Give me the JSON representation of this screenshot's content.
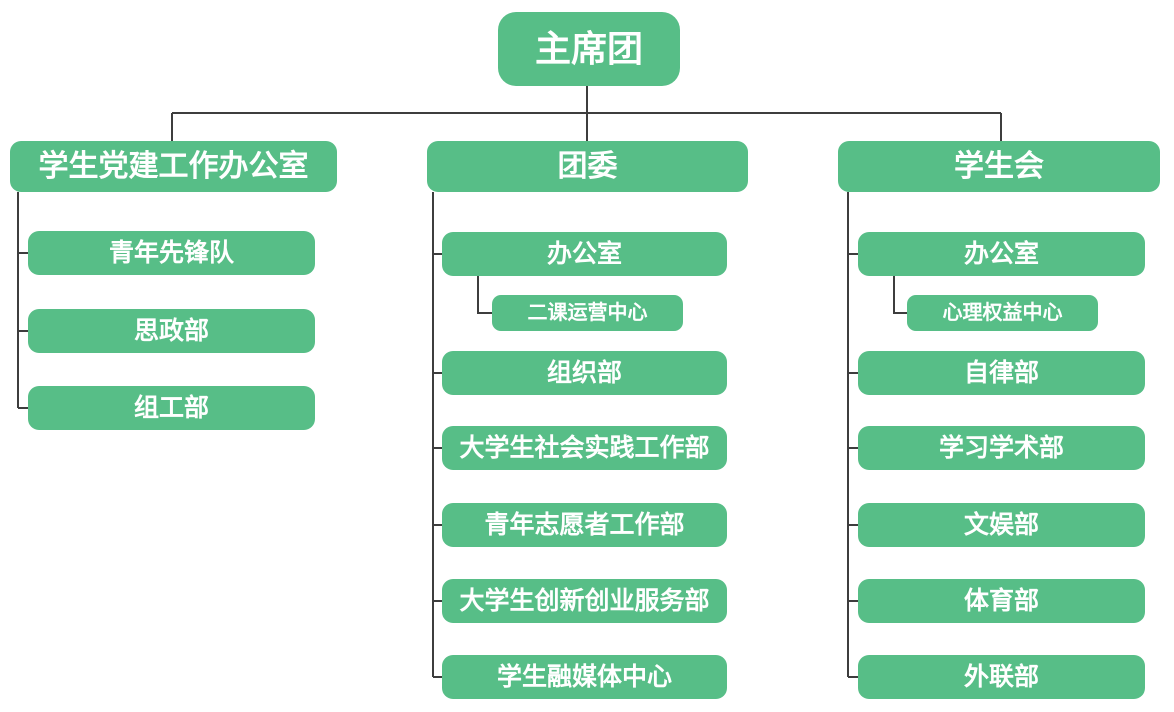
{
  "diagram": {
    "type": "org-chart",
    "root": {
      "label": "主席团"
    },
    "branches": [
      {
        "label": "学生党建工作办公室",
        "children": [
          {
            "label": "青年先锋队"
          },
          {
            "label": "思政部"
          },
          {
            "label": "组工部"
          }
        ]
      },
      {
        "label": "团委",
        "children": [
          {
            "label": "办公室",
            "children": [
              {
                "label": "二课运营中心"
              }
            ]
          },
          {
            "label": "组织部"
          },
          {
            "label": "大学生社会实践工作部"
          },
          {
            "label": "青年志愿者工作部"
          },
          {
            "label": "大学生创新创业服务部"
          },
          {
            "label": "学生融媒体中心"
          }
        ]
      },
      {
        "label": "学生会",
        "children": [
          {
            "label": "办公室",
            "children": [
              {
                "label": "心理权益中心"
              }
            ]
          },
          {
            "label": "自律部"
          },
          {
            "label": "学习学术部"
          },
          {
            "label": "文娱部"
          },
          {
            "label": "体育部"
          },
          {
            "label": "外联部"
          }
        ]
      }
    ],
    "colors": {
      "node_fill": "#57be87",
      "node_text": "#ffffff",
      "connector": "#3d3d3d",
      "background": "#ffffff"
    }
  }
}
